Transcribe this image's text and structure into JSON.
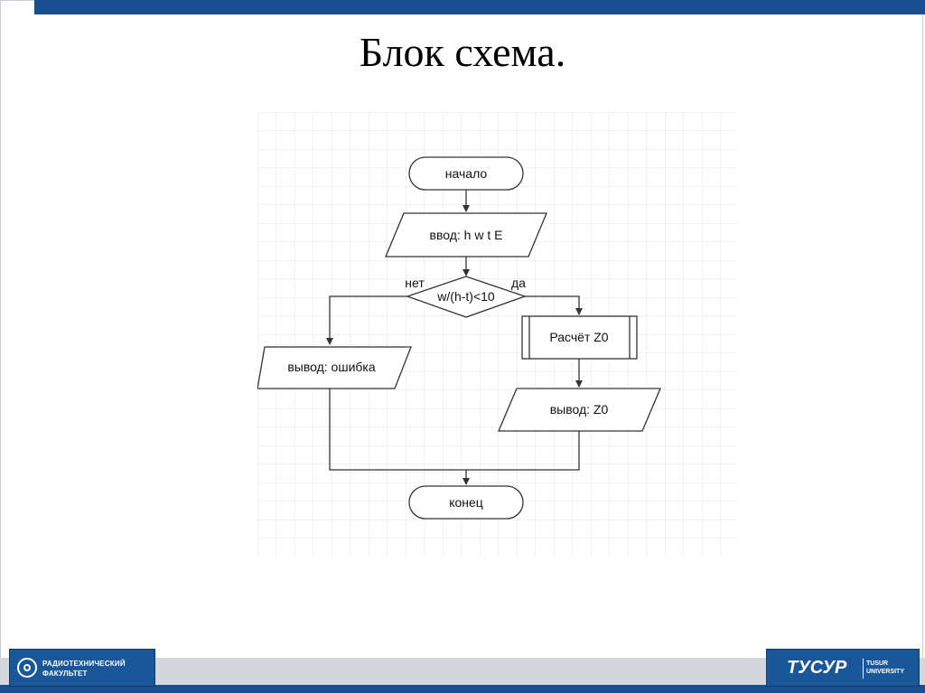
{
  "slide": {
    "title": "Блок схема."
  },
  "diagram": {
    "nodes": {
      "start": "начало",
      "input": "ввод: h w t E",
      "condition": "w/(h-t)<10",
      "calc": "Расчёт Z0",
      "output_error": "вывод: ошибка",
      "output_result": "вывод: Z0",
      "end": "конец"
    },
    "branch_labels": {
      "no": "нет",
      "yes": "да"
    },
    "colors": {
      "grid": "#e6e6e6",
      "stroke": "#333333",
      "fill": "#ffffff"
    }
  },
  "footer": {
    "left_logo_line1": "РАДИОТЕХНИЧЕСКИЙ",
    "left_logo_line2": "ФАКУЛЬТЕТ",
    "right_logo_mark": "ТУСУР",
    "right_logo_sub1": "TUSUR",
    "right_logo_sub2": "UNIVERSITY",
    "colors": {
      "brand_blue": "#1a5799",
      "bar_gray": "#d4d7dc"
    }
  }
}
